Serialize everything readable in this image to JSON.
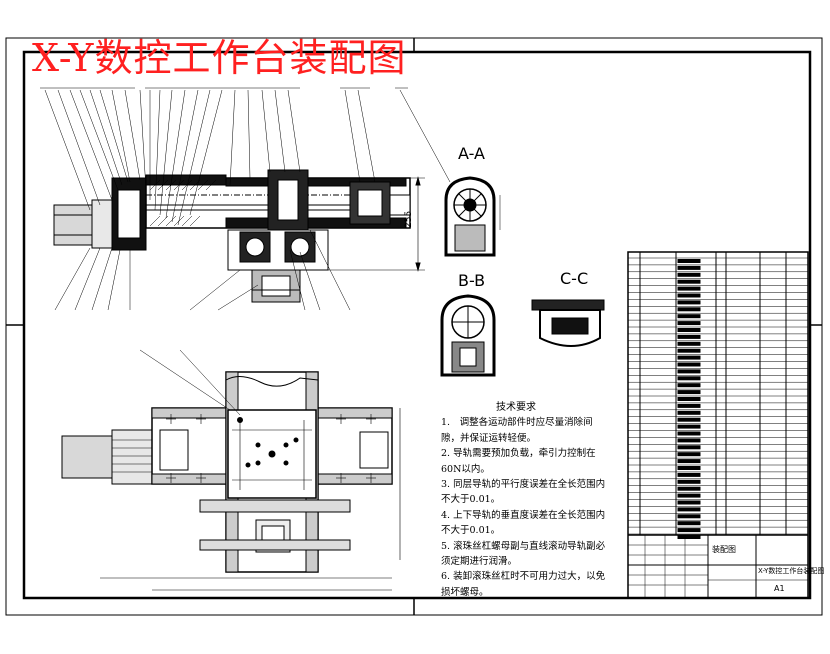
{
  "title": "X-Y数控工作台装配图",
  "section_labels": {
    "a": "A-A",
    "b": "B-B",
    "c": "C-C"
  },
  "dimension_label": "255",
  "notes": {
    "heading": "技术要求",
    "items": [
      "1.　调整各运动部件时应尽量消除间隙，并保证运转轻便。",
      "2. 导轨需要预加负载，牵引力控制在60N以内。",
      "3. 同层导轨的平行度误差在全长范围内不大于0.01。",
      "4. 上下导轨的垂直度误差在全长范围内不大于0.01。",
      "5. 滚珠丝杠螺母副与直线滚动导轨副必须定期进行润滑。",
      "6. 装卸滚珠丝杠时不可用力过大，以免损坏螺母。"
    ]
  },
  "title_block": {
    "drawing_name": "X-Y数控工作台装配图",
    "unit": "装配图",
    "sheet": "A1"
  },
  "colors": {
    "title": "#ff2020",
    "line": "#000000",
    "paper": "#ffffff"
  }
}
